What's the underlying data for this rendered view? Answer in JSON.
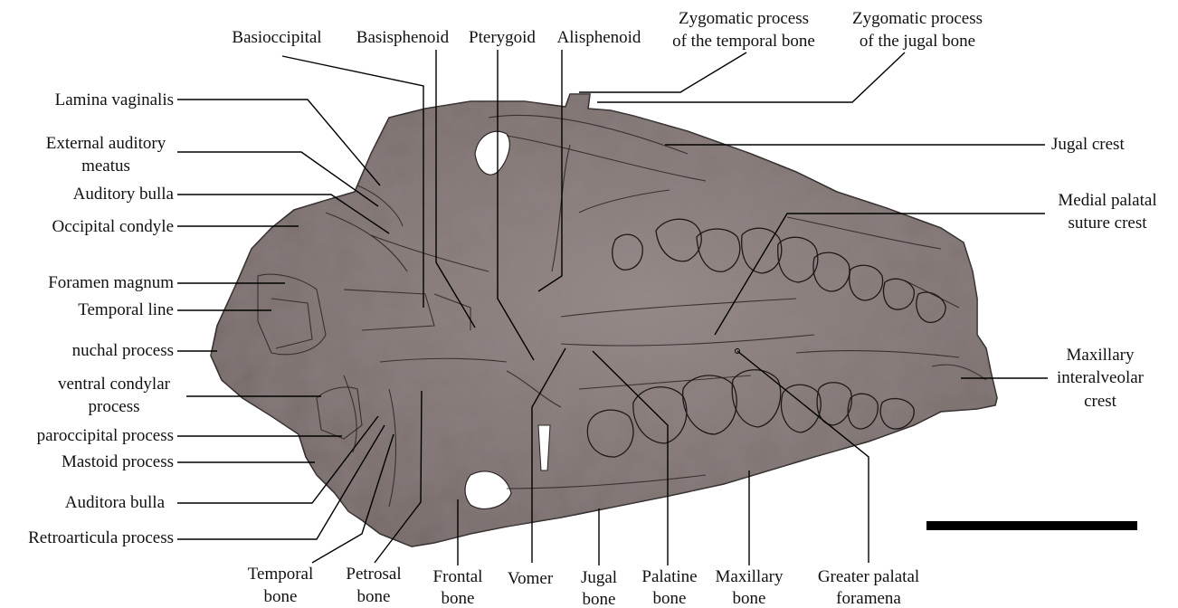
{
  "labels": {
    "basioccipital": "Basioccipital",
    "basisphenoid": "Basisphenoid",
    "pterygoid": "Pterygoid",
    "alisphenoid": "Alisphenoid",
    "zyg_temporal": [
      "Zygomatic process",
      "of the temporal bone"
    ],
    "zyg_jugal": [
      "Zygomatic process",
      "of the jugal bone"
    ],
    "lamina_vaginalis": "Lamina vaginalis",
    "external_auditory_meatus": [
      "External auditory",
      "meatus"
    ],
    "auditory_bulla": "Auditory bulla",
    "occipital_condyle": "Occipital condyle",
    "foramen_magnum": "Foramen magnum",
    "temporal_line": "Temporal line",
    "nuchal_process": "nuchal process",
    "ventral_condylar_process": [
      "ventral condylar",
      "process"
    ],
    "paroccipital_process": "paroccipital process",
    "mastoid_process": "Mastoid process",
    "auditora_bulla": "Auditora bulla",
    "retroarticula_process": "Retroarticula process",
    "jugal_crest": "Jugal crest",
    "medial_palatal_suture_crest": [
      "Medial palatal",
      "suture crest"
    ],
    "maxillary_interalveolar_crest": [
      "Maxillary",
      "interalveolar",
      "crest"
    ],
    "temporal_bone": [
      "Temporal",
      "bone"
    ],
    "petrosal_bone": [
      "Petrosal",
      "bone"
    ],
    "frontal_bone": [
      "Frontal",
      "bone"
    ],
    "vomer": "Vomer",
    "jugal_bone": [
      "Jugal",
      "bone"
    ],
    "palatine_bone": [
      "Palatine",
      "bone"
    ],
    "maxillary_bone": [
      "Maxillary",
      "bone"
    ],
    "greater_palatal_foramena": [
      "Greater palatal",
      "foramena"
    ]
  },
  "colors": {
    "skull_fill": "#8a7c7a",
    "skull_shadow": "#6f6563",
    "leader": "#000000",
    "scale_bar": "#000000"
  }
}
